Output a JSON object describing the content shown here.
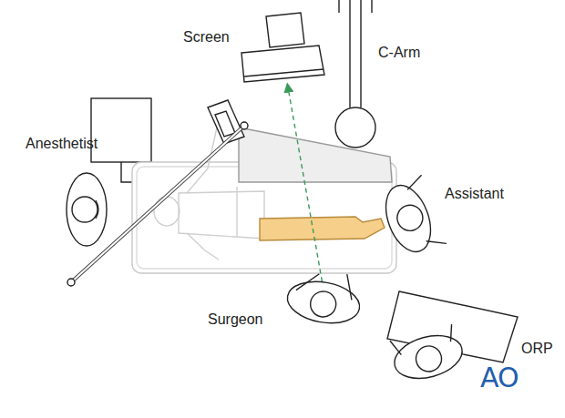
{
  "diagram": {
    "labels": [
      "Screen",
      "C-Arm",
      "Anesthetist",
      "Assistant",
      "Surgeon",
      "ORP",
      "AO"
    ]
  }
}
